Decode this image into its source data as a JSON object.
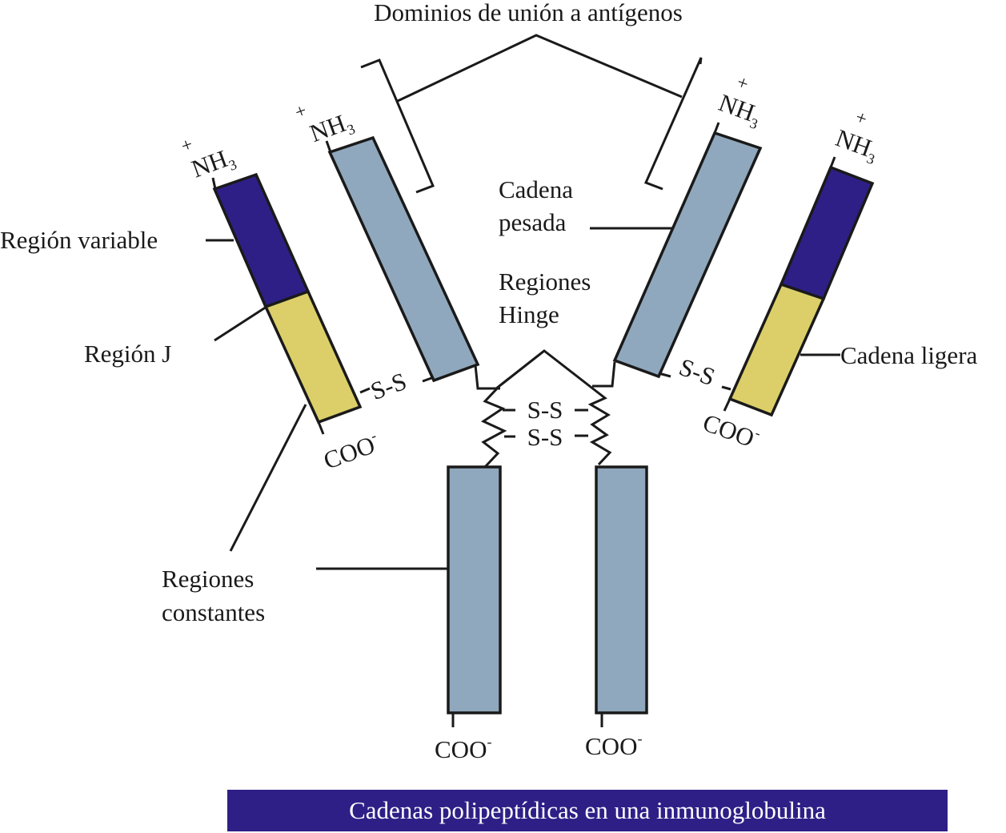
{
  "colors": {
    "variable_region": "#2e1f87",
    "light_chain_constant": "#dccf6a",
    "heavy_chain": "#90a8bd",
    "line": "#1a1a1a",
    "caption_bg": "#2e1f87",
    "caption_text": "#ffffff"
  },
  "labels": {
    "antigen_binding_domains": "Dominios de unión a antígenos",
    "variable_region": "Región variable",
    "j_region": "Región J",
    "constant_regions_line1": "Regiones",
    "constant_regions_line2": "constantes",
    "heavy_chain_line1": "Cadena",
    "heavy_chain_line2": "pesada",
    "hinge_regions_line1": "Regiones",
    "hinge_regions_line2": "Hinge",
    "light_chain": "Cadena ligera"
  },
  "chem": {
    "amino_terminus": "NH",
    "amino_subscript": "3",
    "plus_charge": "+",
    "carboxyl_terminus": "COO",
    "minus_charge": "-",
    "disulfide": "S-S"
  },
  "caption": "Cadenas polipeptídicas en una inmunoglobulina"
}
